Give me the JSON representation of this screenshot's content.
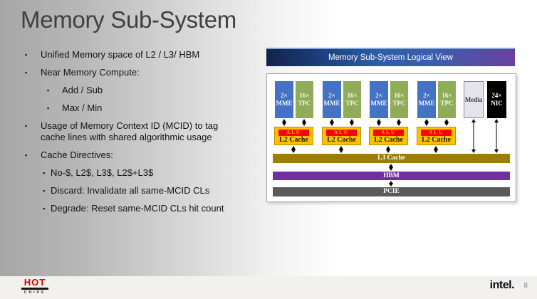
{
  "slide": {
    "title": "Memory Sub-System",
    "page_number": "8"
  },
  "bullets": {
    "marker": "▪",
    "items": [
      {
        "level": 1,
        "text": "Unified Memory space of L2 / L3/ HBM"
      },
      {
        "level": 1,
        "text": "Near Memory Compute:"
      },
      {
        "level": 2,
        "text": "Add / Sub"
      },
      {
        "level": 2,
        "text": "Max / Min"
      },
      {
        "level": 1,
        "text": "Usage of Memory Context ID (MCID) to tag cache lines with shared algorithmic usage"
      },
      {
        "level": 1,
        "text": "Cache Directives:"
      },
      {
        "level": 2,
        "text": "No-$, L2$, L3$, L2$+L3$"
      },
      {
        "level": 2,
        "text": "Discard: Invalidate all same-MCID CLs"
      },
      {
        "level": 2,
        "text": "Degrade: Reset same-MCID CLs hit count"
      }
    ]
  },
  "diagram": {
    "header": "Memory Sub-System Logical View",
    "groups": [
      {
        "mme_count": "2×",
        "mme_label": "MME",
        "tpc_count": "16×",
        "tpc_label": "TPC",
        "alu_label": "ALU",
        "l2_label": "L2 Cache"
      },
      {
        "mme_count": "2×",
        "mme_label": "MME",
        "tpc_count": "16×",
        "tpc_label": "TPC",
        "alu_label": "ALU",
        "l2_label": "L2 Cache"
      },
      {
        "mme_count": "2×",
        "mme_label": "MME",
        "tpc_count": "16×",
        "tpc_label": "TPC",
        "alu_label": "ALU",
        "l2_label": "L2 Cache"
      },
      {
        "mme_count": "2×",
        "mme_label": "MME",
        "tpc_count": "16×",
        "tpc_label": "TPC",
        "alu_label": "ALU",
        "l2_label": "L2 Cache"
      }
    ],
    "media_label": "Media",
    "nic_count": "24×",
    "nic_label": "NIC",
    "l3_label": "L3 Cache",
    "hbm_label": "HBM",
    "pcie_label": "PCIE",
    "colors": {
      "mme_blue": "#4472C4",
      "tpc_green": "#8FAD58",
      "l2_orange": "#FFC000",
      "alu_red": "#FE0000",
      "alu_text_gold": "#FFC000",
      "l3_gold": "#9C7D0A",
      "hbm_purple": "#7030A0",
      "pcie_gray": "#5A5A5A",
      "nic_black": "#000000",
      "media_lavender": "#E7E3EE",
      "header_gradient": [
        "#122449",
        "#2E5FA8",
        "#6B3FA0"
      ],
      "hot_chips_red": "#DD0000"
    }
  },
  "footer": {
    "hot": "HOT",
    "chips": "CHIPS",
    "intel_logo": "intel."
  }
}
